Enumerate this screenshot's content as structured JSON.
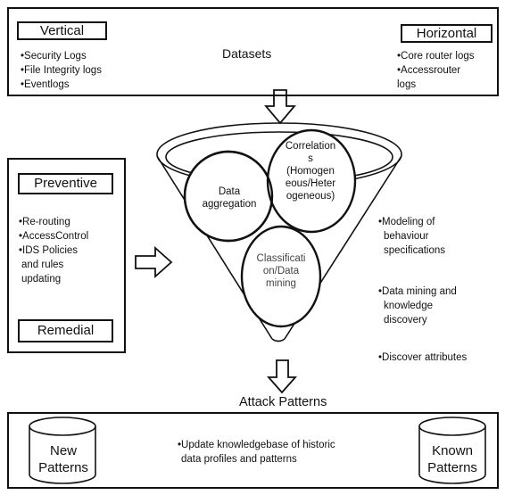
{
  "datasets": {
    "title": "Datasets",
    "vertical": {
      "label": "Vertical",
      "items": [
        "•Security Logs",
        "•File Integrity logs",
        "•Eventlogs"
      ]
    },
    "horizontal": {
      "label": "Horizontal",
      "items": [
        "•Core router logs",
        "•Accessrouter",
        "logs"
      ]
    }
  },
  "responses": {
    "preventive_label": "Preventive",
    "items": [
      "•Re-routing",
      "•AccessControl",
      "•IDS Policies",
      "and rules",
      "updating"
    ],
    "remedial_label": "Remedial"
  },
  "funnel": {
    "data_aggregation": [
      "Data",
      "aggregation"
    ],
    "correlations": [
      "Correlation",
      "s",
      "(Homogen",
      "eous/Heter",
      "ogeneous)"
    ],
    "classification": [
      "Classificati",
      "on/Data",
      "mining"
    ]
  },
  "side_notes": [
    "•Modeling of",
    "behaviour",
    "specifications",
    "•Data mining and",
    "knowledge",
    "discovery",
    "•Discover attributes"
  ],
  "attack_patterns": {
    "title": "Attack Patterns",
    "new_patterns": [
      "New",
      "Patterns"
    ],
    "update_text": [
      "•Update knowledgebase of historic",
      "data profiles and patterns"
    ],
    "known_patterns": [
      "Known",
      "Patterns"
    ]
  }
}
